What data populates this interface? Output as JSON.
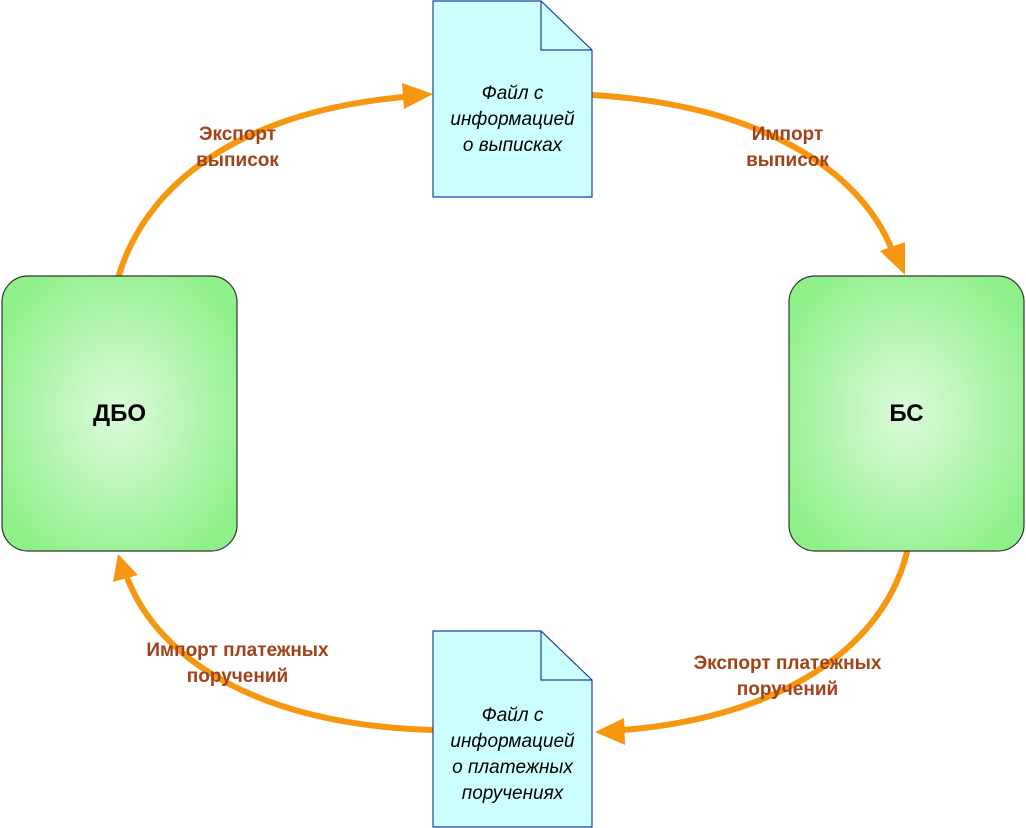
{
  "colors": {
    "arrow": "#f7960f",
    "arrow_label": "#a0421a",
    "node_fill_center": "#ddfadb",
    "node_fill_edge": "#8ff08a",
    "node_stroke": "#333333",
    "doc_fill": "#ccffff",
    "doc_stroke": "#1f3f9f"
  },
  "nodes": {
    "dbo": {
      "label": "ДБО"
    },
    "bs": {
      "label": "БС"
    }
  },
  "documents": {
    "statements_file": {
      "label": "Файл с\nинформацией\nо выписках"
    },
    "payments_file": {
      "label": "Файл с\nинформацией\nо платежных\nпоручениях"
    }
  },
  "arrows": {
    "export_statements": {
      "label": "Экспорт\nвыписок"
    },
    "import_statements": {
      "label": "Импорт\nвыписок"
    },
    "export_payments": {
      "label": "Экспорт платежных\nпоручений"
    },
    "import_payments": {
      "label": "Импорт платежных\nпоручений"
    }
  },
  "icons": {
    "document": "document-icon",
    "arrow_head": "arrow-head-icon"
  }
}
